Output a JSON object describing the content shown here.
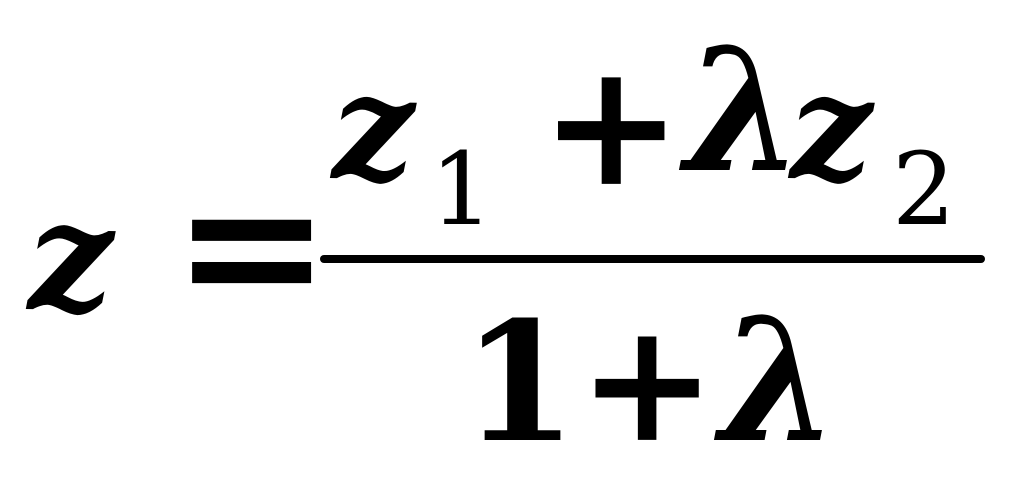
{
  "formula": {
    "lhs": {
      "variable": "z",
      "equals": "="
    },
    "numerator": {
      "term1": "z",
      "term1_subscript": "1",
      "plus": "+",
      "coefficient": "λ",
      "term2": "z",
      "term2_subscript": "2"
    },
    "denominator": {
      "one": "1",
      "plus": "+",
      "coefficient": "λ"
    }
  }
}
